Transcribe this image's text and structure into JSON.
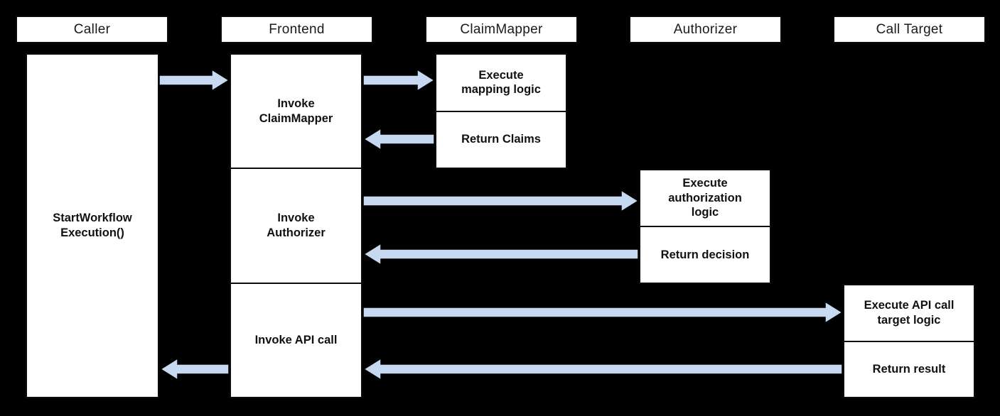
{
  "lanes": [
    "Caller",
    "Frontend",
    "ClaimMapper",
    "Authorizer",
    "Call Target"
  ],
  "boxes": {
    "caller": "StartWorkflow\nExecution()",
    "frontend_invoke_claimmapper": "Invoke\nClaimMapper",
    "frontend_invoke_authorizer": "Invoke\nAuthorizer",
    "frontend_invoke_api_call": "Invoke API call",
    "claimmapper_execute": "Execute\nmapping logic",
    "claimmapper_return": "Return Claims",
    "authorizer_execute": "Execute\nauthorization\nlogic",
    "authorizer_return": "Return decision",
    "calltarget_execute": "Execute API call\ntarget logic",
    "calltarget_return": "Return result"
  },
  "colors": {
    "background": "#000000",
    "box_background": "#ffffff",
    "box_border": "#0b0b0b",
    "text": "#111111",
    "arrow_fill": "#c6d9f1",
    "arrow_stroke": "#000000"
  }
}
